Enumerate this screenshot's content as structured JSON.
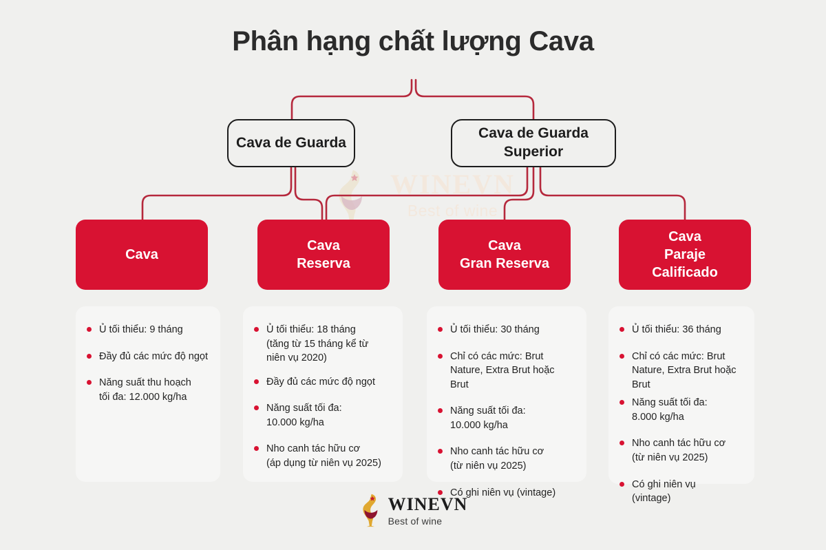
{
  "title": "Phân hạng chất lượng Cava",
  "colors": {
    "background": "#f0f0ee",
    "accent_red": "#d81232",
    "connector_red": "#b5283c",
    "box_outline": "#1d1d1d",
    "card_background": "#f6f6f5",
    "watermark": "#f3e8dd"
  },
  "watermark": {
    "name": "WINEVN",
    "tagline": "Best of wine",
    "icon": "wine-glass-icon"
  },
  "tier1": [
    {
      "id": "cava-de-guarda",
      "label": "Cava de\nGuarda"
    },
    {
      "id": "cava-de-guarda-superior",
      "label": "Cava de\nGuarda Superior"
    }
  ],
  "categories": [
    {
      "id": "cava",
      "label": "Cava",
      "parent": "Cava de Guarda",
      "details": [
        "Ủ tối thiểu: 9 tháng",
        "Đầy đủ các mức độ ngọt",
        "Năng suất thu hoạch\ntối đa: 12.000 kg/ha"
      ]
    },
    {
      "id": "cava-reserva",
      "label": "Cava\nReserva",
      "parent": "Cava de Guarda / Cava de Guarda Superior",
      "details": [
        "Ủ tối thiểu: 18 tháng\n(tăng từ 15 tháng kể từ\nniên vụ 2020)",
        "Đầy đủ các mức độ ngọt",
        "Năng suất tối đa:\n10.000 kg/ha",
        "Nho canh tác hữu cơ\n(áp dụng từ niên vụ 2025)"
      ]
    },
    {
      "id": "cava-gran-reserva",
      "label": "Cava\nGran Reserva",
      "parent": "Cava de Guarda Superior",
      "details": [
        "Ủ tối thiểu: 30 tháng",
        "Chỉ có các mức: Brut\nNature, Extra Brut hoặc Brut",
        "Năng suất tối đa:\n10.000 kg/ha",
        "Nho canh tác hữu cơ\n(từ niên vụ 2025)",
        "Có ghi niên vụ (vintage)"
      ]
    },
    {
      "id": "cava-paraje-calificado",
      "label": "Cava\nParaje\nCalificado",
      "parent": "Cava de Guarda Superior",
      "details": [
        "Ủ tối thiểu: 36 tháng",
        "Chỉ có các mức: Brut\nNature, Extra Brut hoặc\nBrut",
        "Năng suất tối đa:\n8.000 kg/ha",
        "Nho canh tác hữu cơ\n(từ niên vụ 2025)",
        "Có ghi niên vụ\n(vintage)"
      ]
    }
  ],
  "footer": {
    "name": "WINEVN",
    "tagline": "Best of wine",
    "icon": "wine-glass-icon"
  }
}
